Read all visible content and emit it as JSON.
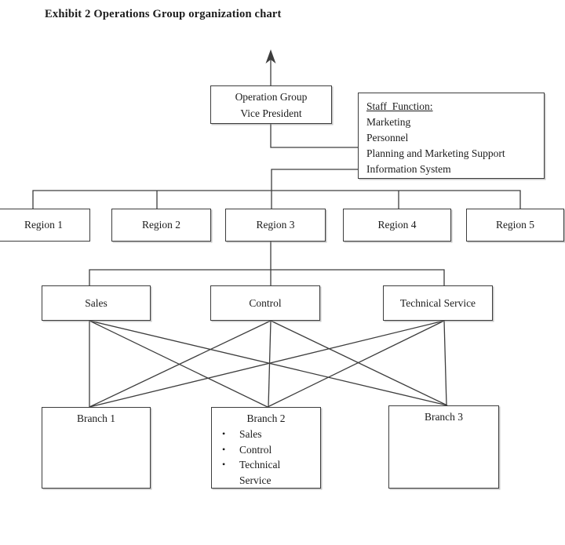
{
  "title": "Exhibit 2 Operations Group organization chart",
  "chart": {
    "vp": {
      "line1": "Operation Group",
      "line2": "Vice President"
    },
    "staff": {
      "heading": "Staff  Function:",
      "items": [
        "Marketing",
        "Personnel",
        "Planning and Marketing Support",
        "Information System"
      ]
    },
    "regions": [
      {
        "label": "Region 1"
      },
      {
        "label": "Region 2"
      },
      {
        "label": "Region 3"
      },
      {
        "label": "Region 4"
      },
      {
        "label": "Region 5"
      }
    ],
    "functions": [
      {
        "label": "Sales"
      },
      {
        "label": "Control"
      },
      {
        "label": "Technical Service"
      }
    ],
    "branches": [
      {
        "label": "Branch 1"
      },
      {
        "label": "Branch 2",
        "items": [
          "Sales",
          "Control",
          "Technical Service"
        ]
      },
      {
        "label": "Branch 3"
      }
    ]
  },
  "colors": {
    "line": "#3d3d3d",
    "border": "#3d3d3d",
    "text": "#1b1b1b",
    "background": "#ffffff"
  }
}
